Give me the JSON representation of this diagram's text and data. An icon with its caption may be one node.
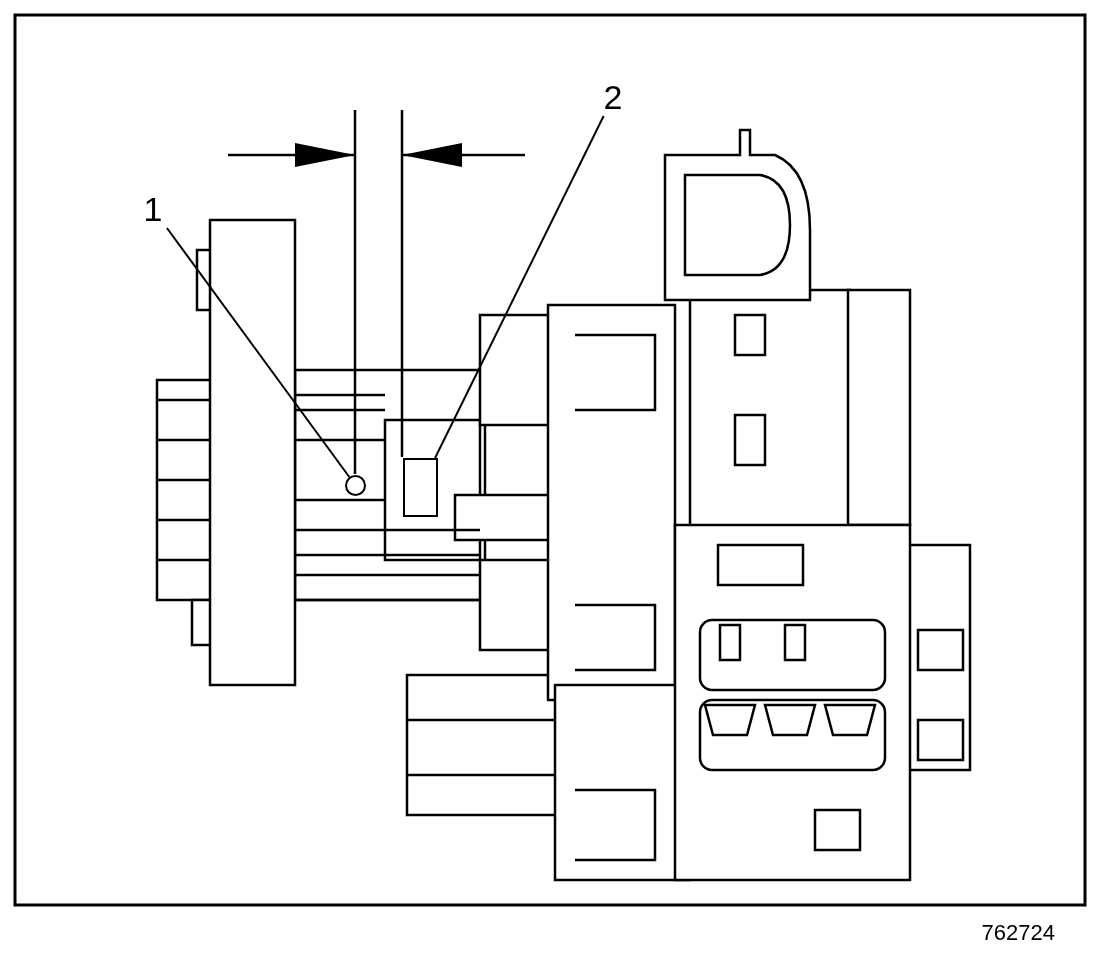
{
  "diagram": {
    "nodes": [
      {
        "text": [
          "1"
        ]
      },
      {
        "text": [
          "2"
        ]
      },
      {
        "text": [],
        "shape": "circle"
      },
      {
        "text": [],
        "shape": "box"
      }
    ],
    "edges": [
      {
        "from": 0,
        "to": 2,
        "arrow": "none"
      },
      {
        "from": 1,
        "to": 3,
        "arrow": "none"
      }
    ],
    "labels": [
      "762724"
    ]
  }
}
